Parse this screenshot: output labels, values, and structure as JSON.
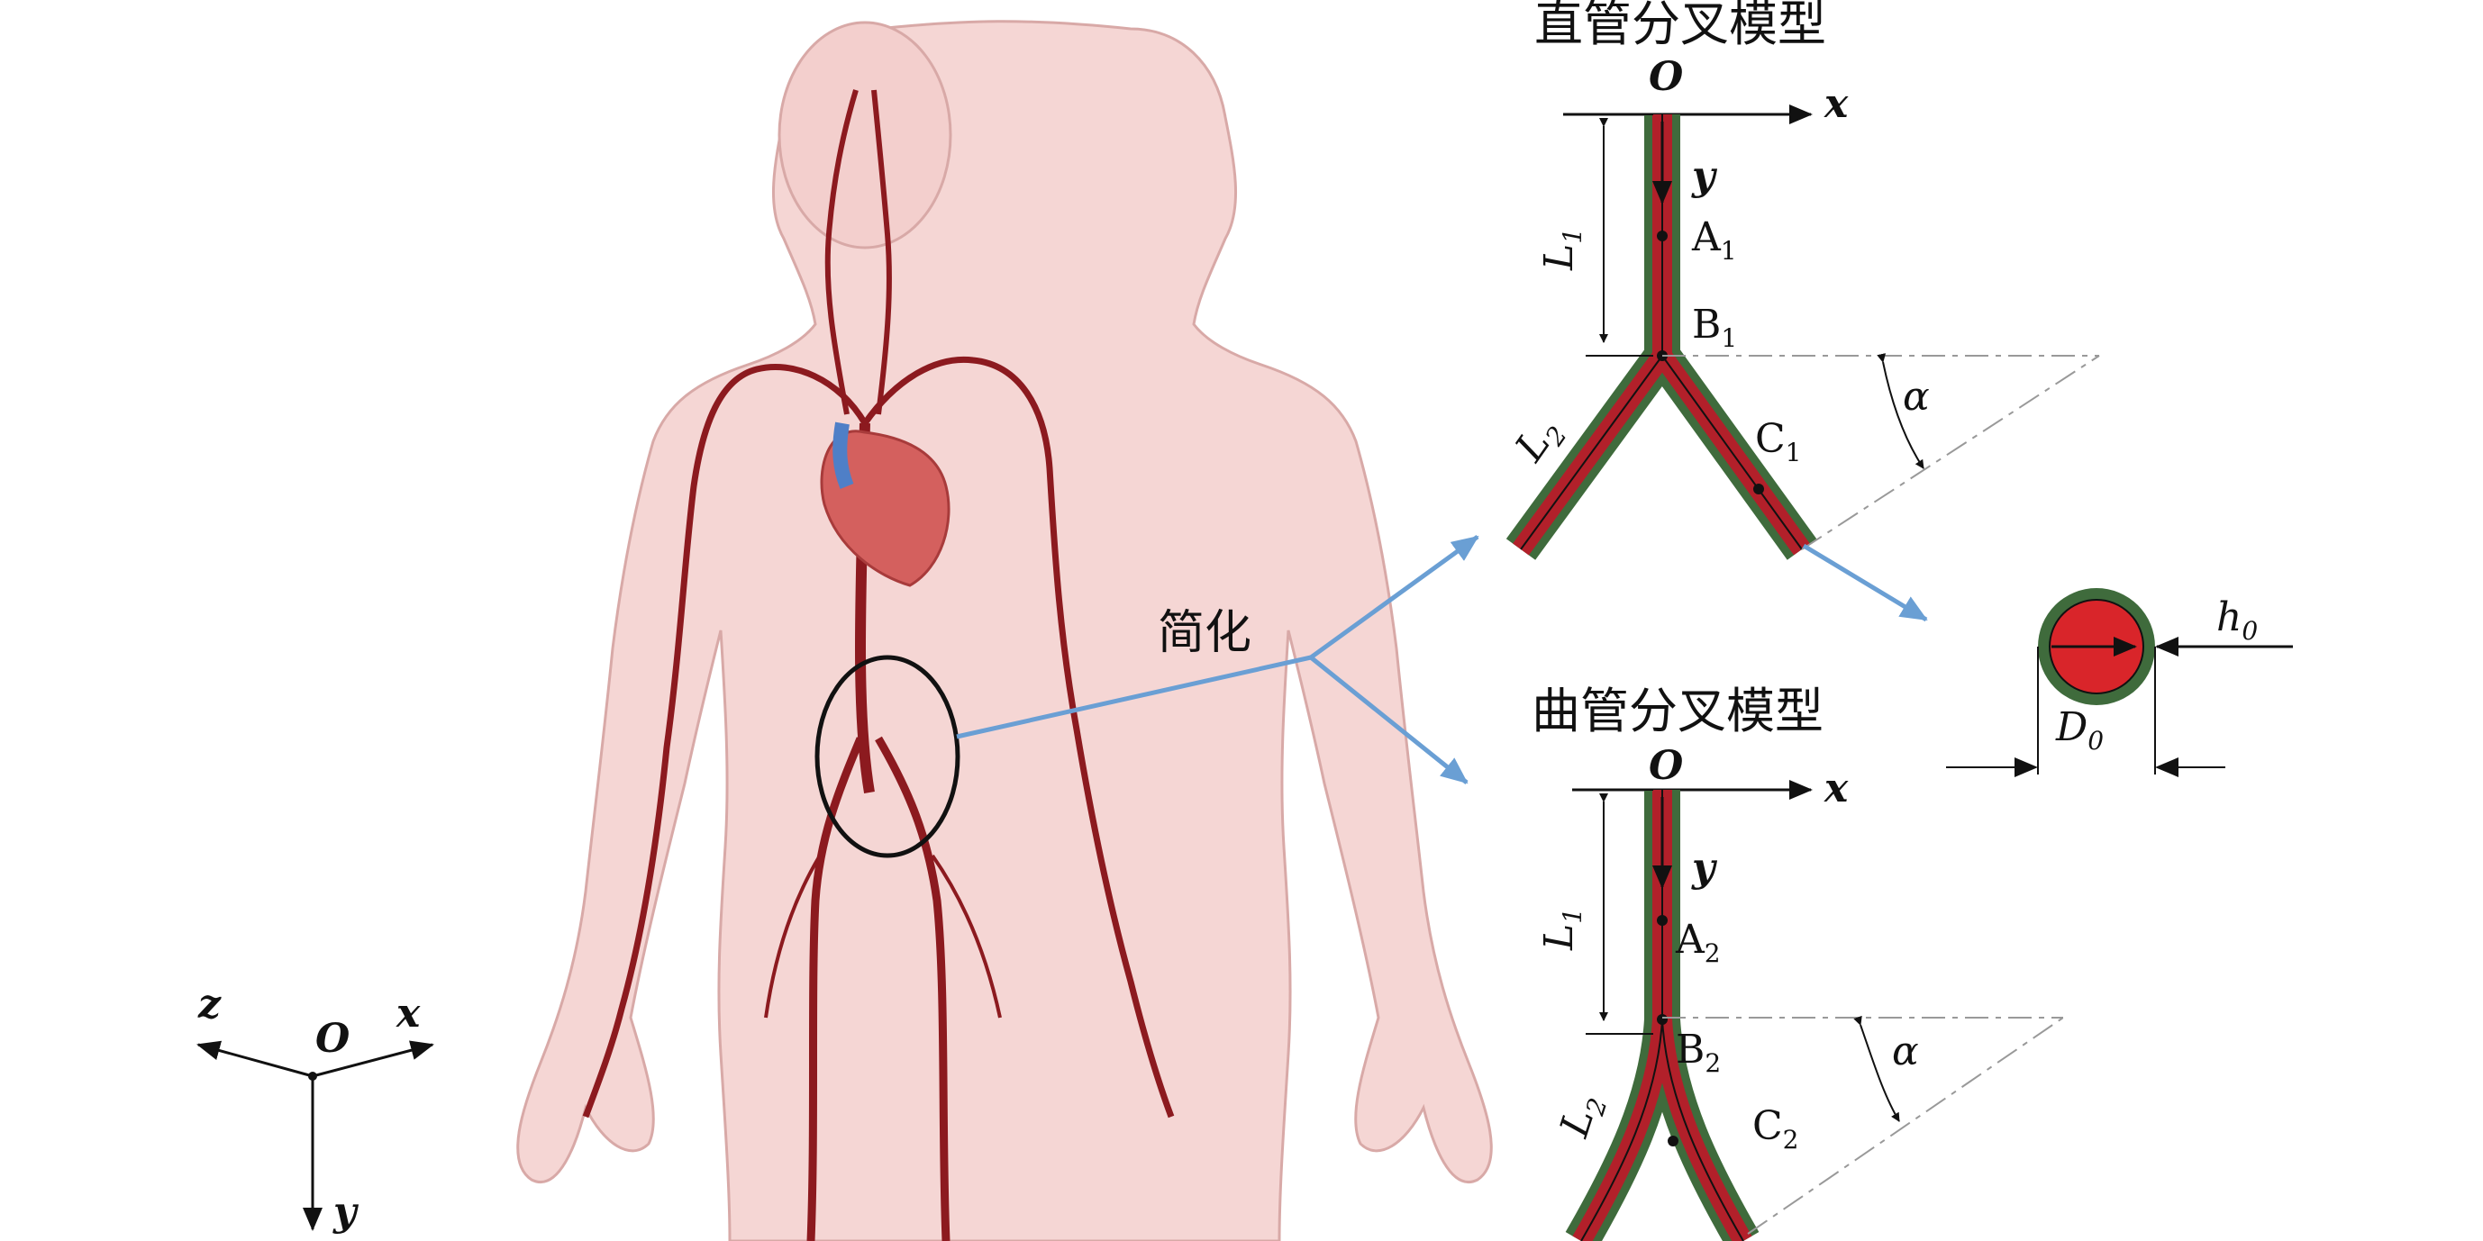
{
  "simplify_label": "简化",
  "body_axes": {
    "origin": "O",
    "x": "x",
    "y": "y",
    "z": "z"
  },
  "straight_model": {
    "title": "直管分叉模型",
    "origin": "O",
    "x_axis": "x",
    "y_axis": "y",
    "L1": "L",
    "L1_sub": "1",
    "L2": "L",
    "L2_sub": "2",
    "A": "A",
    "A_sub": "1",
    "B": "B",
    "B_sub": "1",
    "C": "C",
    "C_sub": "1",
    "angle": "α"
  },
  "curved_model": {
    "title": "曲管分叉模型",
    "origin": "O",
    "x_axis": "x",
    "y_axis": "y",
    "L1": "L",
    "L1_sub": "1",
    "L2": "L",
    "L2_sub": "2",
    "A": "A",
    "A_sub": "2",
    "B": "B",
    "B_sub": "2",
    "C": "C",
    "C_sub": "2",
    "angle": "α"
  },
  "cross_section": {
    "thickness": "h",
    "thickness_sub": "0",
    "diameter": "D",
    "diameter_sub": "0"
  },
  "colors": {
    "vessel_wall": "#3f6b3c",
    "blood": "#d9252a",
    "artery": "#8c1a1f",
    "skin": "#f5d6d4",
    "arrow_blue": "#6a9fd4"
  }
}
